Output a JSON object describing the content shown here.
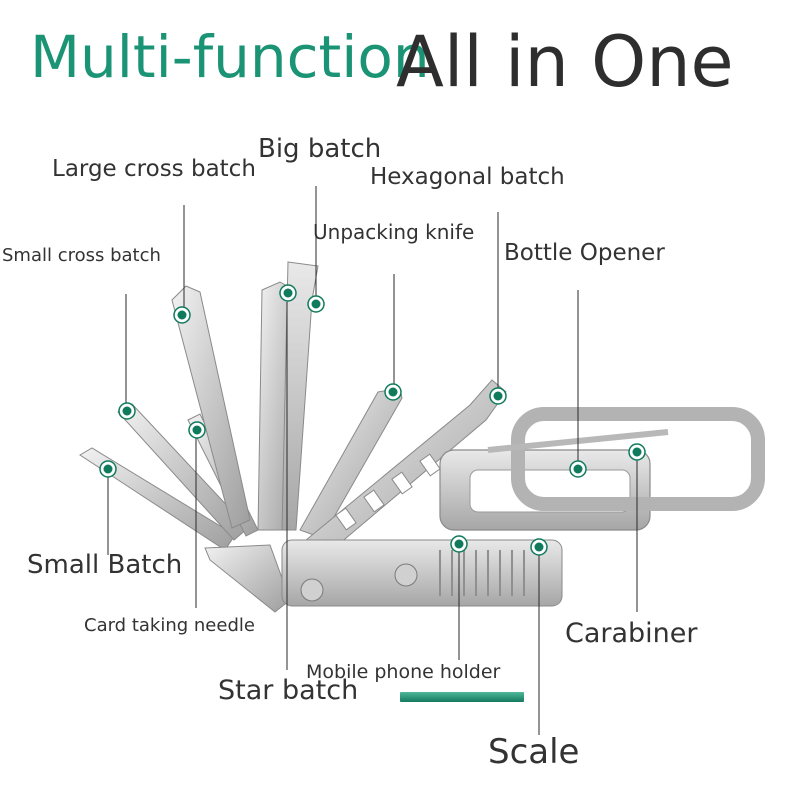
{
  "title": {
    "accent": "Multi-function",
    "main": "All in One"
  },
  "colors": {
    "accent": "#1a9474",
    "text": "#333333",
    "marker": "#0f7a5c",
    "steel": "#c9c9c9"
  },
  "labels": {
    "big_batch": "Big batch",
    "large_cross_batch": "Large cross batch",
    "hexagonal_batch": "Hexagonal batch",
    "unpacking_knife": "Unpacking knife",
    "small_cross_batch": "Small cross batch",
    "bottle_opener": "Bottle Opener",
    "small_batch": "Small Batch",
    "card_taking_needle": "Card taking needle",
    "carabiner": "Carabiner",
    "mobile_phone_holder": "Mobile phone holder",
    "star_batch": "Star batch",
    "scale": "Scale"
  }
}
